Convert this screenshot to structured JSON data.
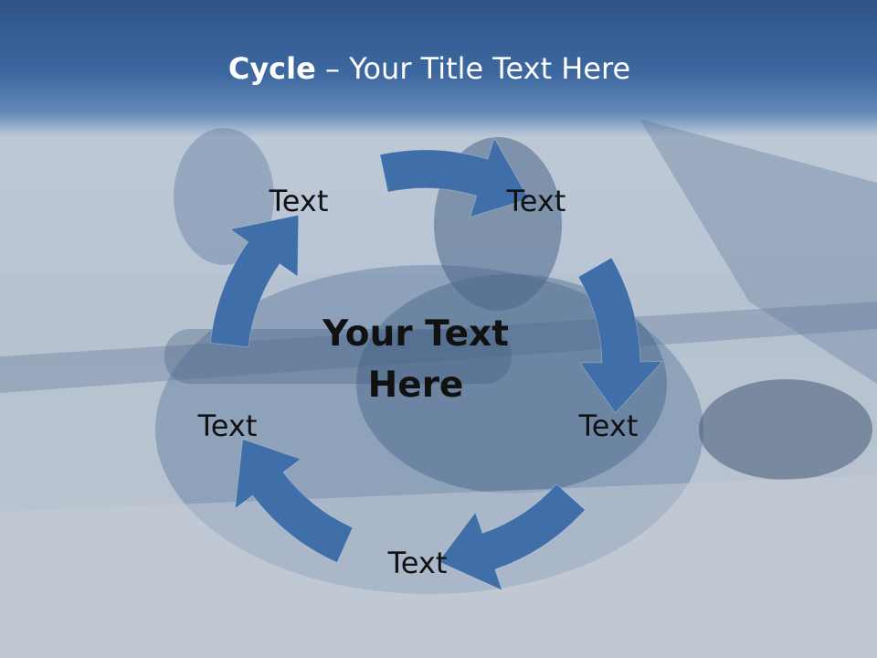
{
  "slide": {
    "title_bold": "Cycle",
    "title_rest": " – Your Title Text Here"
  },
  "diagram": {
    "center_text": "Your Text Here",
    "nodes": [
      {
        "label": "Text"
      },
      {
        "label": "Text"
      },
      {
        "label": "Text"
      },
      {
        "label": "Text"
      },
      {
        "label": "Text"
      }
    ]
  },
  "colors": {
    "arrow": "#3f6ea8",
    "title_band": "#3d68a0",
    "text": "#111111"
  }
}
